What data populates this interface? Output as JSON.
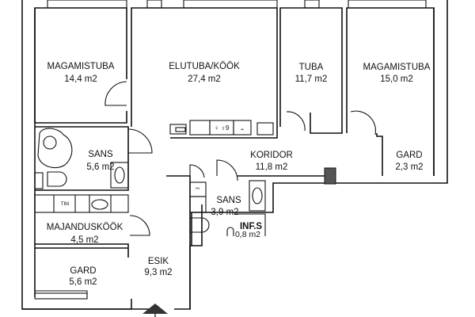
{
  "plan": {
    "rooms": [
      {
        "id": "bedroom-1",
        "name": "MAGAMISTUBA",
        "area": "14,4 m2"
      },
      {
        "id": "living-kitchen",
        "name": "ELUTUBA/KÖÖK",
        "area": "27,4 m2"
      },
      {
        "id": "room",
        "name": "TUBA",
        "area": "11,7 m2"
      },
      {
        "id": "bedroom-2",
        "name": "MAGAMISTUBA",
        "area": "15,0 m2"
      },
      {
        "id": "bathroom-1",
        "name": "SANS",
        "area": "5,6 m2"
      },
      {
        "id": "corridor",
        "name": "KORIDOR",
        "area": "11,8 m2"
      },
      {
        "id": "wardrobe-1",
        "name": "GARD",
        "area": "2,3 m2"
      },
      {
        "id": "bathroom-2",
        "name": "SANS",
        "area": "3,9 m2"
      },
      {
        "id": "tech-shaft",
        "name": "INF.S",
        "area": "0,8 m2"
      },
      {
        "id": "utility-kitchen",
        "name": "MAJANDUSKÖÖK",
        "area": "4,5 m2"
      },
      {
        "id": "wardrobe-2",
        "name": "GARD",
        "area": "5,6 m2"
      },
      {
        "id": "hallway",
        "name": "ESIK",
        "area": "9,3 m2"
      }
    ],
    "fixture_labels": {
      "tumble_dryer": "TIM"
    },
    "entrance_icon": "entrance-arrow-icon"
  }
}
